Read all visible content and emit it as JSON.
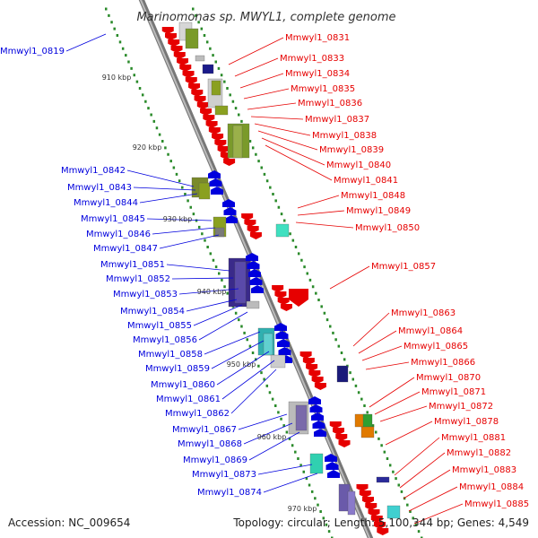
{
  "title": "Marinomonas sp. MWYL1, complete genome",
  "accession": "Accession: NC_009654",
  "topology": "Topology: circular; Length: 5,100,344 bp; Genes: 4,549",
  "colors": {
    "forward": "#e60000",
    "reverse": "#0000dd",
    "backbone": "#999999",
    "ticks": "#2a8a2a"
  },
  "kbp_labels": [
    "910 kbp",
    "920 kbp",
    "930 kbp",
    "940 kbp",
    "950 kbp",
    "960 kbp",
    "970 kbp"
  ],
  "right_labels": [
    "Mmwyl1_0831",
    "Mmwyl1_0833",
    "Mmwyl1_0834",
    "Mmwyl1_0835",
    "Mmwyl1_0836",
    "Mmwyl1_0837",
    "Mmwyl1_0838",
    "Mmwyl1_0839",
    "Mmwyl1_0840",
    "Mmwyl1_0841",
    "Mmwyl1_0848",
    "Mmwyl1_0849",
    "Mmwyl1_0850",
    "Mmwyl1_0857",
    "Mmwyl1_0863",
    "Mmwyl1_0864",
    "Mmwyl1_0865",
    "Mmwyl1_0866",
    "Mmwyl1_0870",
    "Mmwyl1_0871",
    "Mmwyl1_0872",
    "Mmwyl1_0878",
    "Mmwyl1_0881",
    "Mmwyl1_0882",
    "Mmwyl1_0883",
    "Mmwyl1_0884",
    "Mmwyl1_0885"
  ],
  "left_labels": [
    "Mmwyl1_0819",
    "Mmwyl1_0842",
    "Mmwyl1_0843",
    "Mmwyl1_0844",
    "Mmwyl1_0845",
    "Mmwyl1_0846",
    "Mmwyl1_0847",
    "Mmwyl1_0851",
    "Mmwyl1_0852",
    "Mmwyl1_0853",
    "Mmwyl1_0854",
    "Mmwyl1_0855",
    "Mmwyl1_0856",
    "Mmwyl1_0858",
    "Mmwyl1_0859",
    "Mmwyl1_0860",
    "Mmwyl1_0861",
    "Mmwyl1_0862",
    "Mmwyl1_0867",
    "Mmwyl1_0868",
    "Mmwyl1_0869",
    "Mmwyl1_0873",
    "Mmwyl1_0874"
  ]
}
